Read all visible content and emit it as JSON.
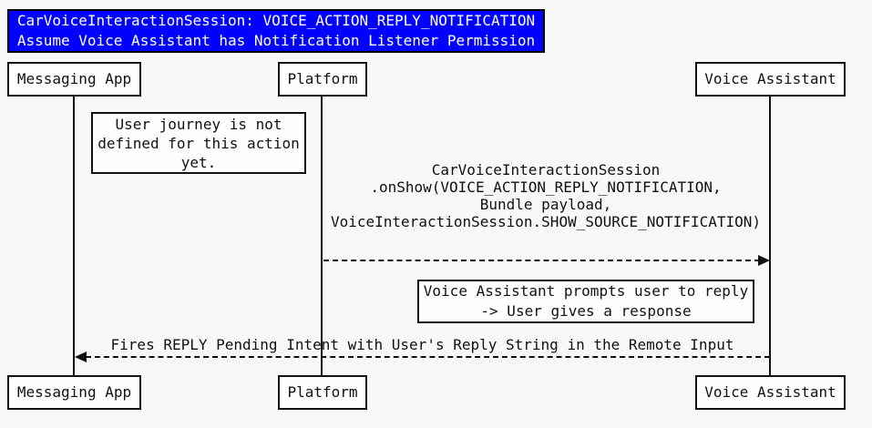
{
  "colors": {
    "background": "#f8f8f8",
    "title_bg": "#0000fe",
    "title_text": "#ffffff",
    "box_bg": "#fefefe",
    "line": "#111111"
  },
  "title": {
    "lines": [
      "CarVoiceInteractionSession: VOICE_ACTION_REPLY_NOTIFICATION",
      "Assume Voice Assistant has Notification Listener Permission"
    ]
  },
  "actors": [
    {
      "label": "Messaging App"
    },
    {
      "label": "Platform"
    },
    {
      "label": "Voice Assistant"
    }
  ],
  "notes": [
    {
      "lines": [
        "User journey is not",
        "defined for this action",
        "yet."
      ]
    },
    {
      "lines": [
        "Voice Assistant prompts user to reply",
        "-> User gives a response"
      ]
    }
  ],
  "messages": [
    {
      "from": "Platform",
      "to": "Voice Assistant",
      "line_style": "dashed",
      "direction": "right",
      "lines": [
        "CarVoiceInteractionSession",
        ".onShow(VOICE_ACTION_REPLY_NOTIFICATION,",
        "Bundle payload,",
        "VoiceInteractionSession.SHOW_SOURCE_NOTIFICATION)"
      ]
    },
    {
      "from": "Voice Assistant",
      "to": "Messaging App",
      "line_style": "dashed",
      "direction": "left",
      "lines": [
        "Fires REPLY Pending Intent with User's Reply String in the Remote Input"
      ]
    }
  ]
}
